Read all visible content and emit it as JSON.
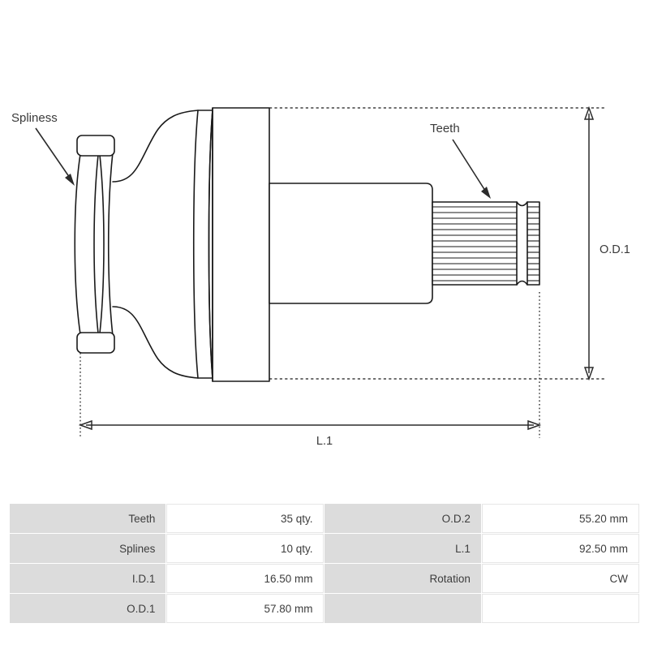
{
  "diagram": {
    "title_labels": {
      "splines_label": "Spliness",
      "teeth_label": "Teeth"
    },
    "dimensions": {
      "od1_label": "O.D.1",
      "l1_label": "L.1"
    },
    "colors": {
      "line": "#1a1a1a",
      "text": "#3a3a3a",
      "background": "#ffffff"
    }
  },
  "spec_table": {
    "rows": [
      {
        "key_left": "Teeth",
        "value_left": "35 qty.",
        "key_right": "O.D.2",
        "value_right": "55.20 mm"
      },
      {
        "key_left": "Splines",
        "value_left": "10 qty.",
        "key_right": "L.1",
        "value_right": "92.50 mm"
      },
      {
        "key_left": "I.D.1",
        "value_left": "16.50 mm",
        "key_right": "Rotation",
        "value_right": "CW"
      },
      {
        "key_left": "O.D.1",
        "value_left": "57.80 mm",
        "key_right": "",
        "value_right": ""
      }
    ]
  }
}
